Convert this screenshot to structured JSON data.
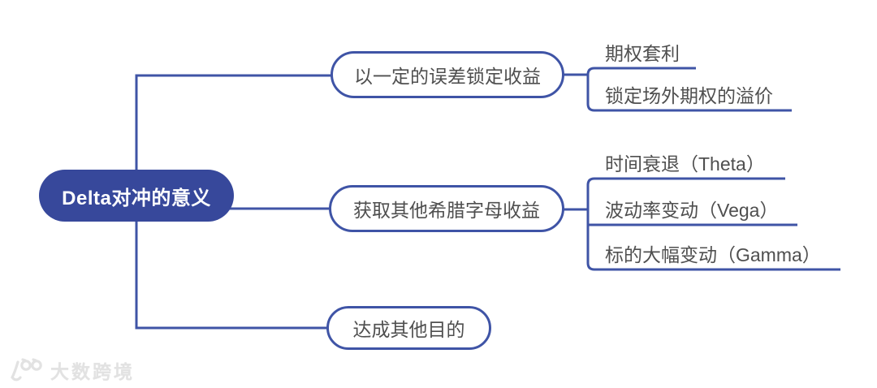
{
  "diagram": {
    "root": {
      "label": "Delta对冲的意义"
    },
    "branches": [
      {
        "label": "以一定的误差锁定收益",
        "children": [
          {
            "label": "期权套利"
          },
          {
            "label": "锁定场外期权的溢价"
          }
        ]
      },
      {
        "label": "获取其他希腊字母收益",
        "children": [
          {
            "label": "时间衰退（Theta）"
          },
          {
            "label": "波动率变动（Vega）"
          },
          {
            "label": "标的大幅变动（Gamma）"
          }
        ]
      },
      {
        "label": "达成其他目的",
        "children": []
      }
    ]
  },
  "watermark": {
    "label": "大数跨境",
    "icon": "logo-100-icon"
  },
  "colors": {
    "root_fill": "#37489b",
    "line": "#3f54a6",
    "root_text": "#ffffff",
    "node_text": "#4f4f4f",
    "watermark_text": "#e2e2e2",
    "background": "#ffffff"
  }
}
